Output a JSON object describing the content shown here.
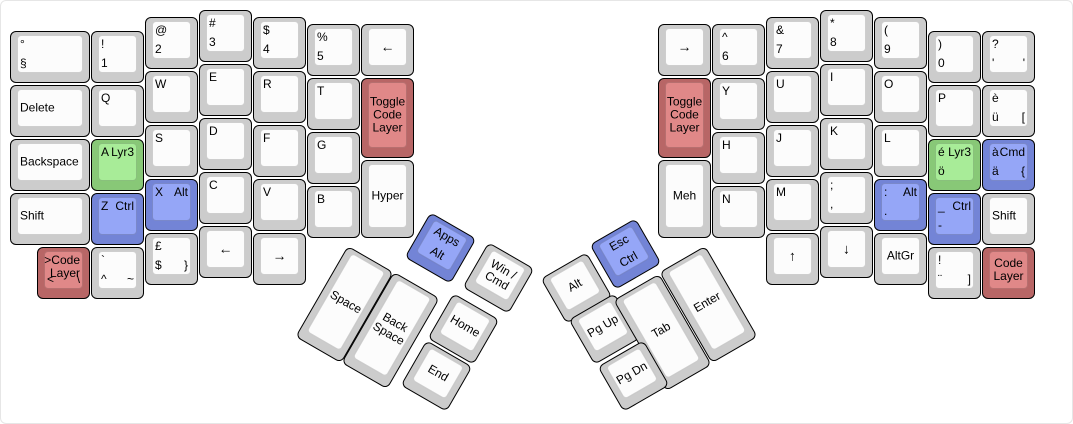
{
  "colors": {
    "normal": "#fcfcfc",
    "red": "#e08888",
    "green": "#a8ec98",
    "blue": "#95a6f7"
  },
  "keys": [
    {
      "id": "L1",
      "color": "normal",
      "labels": [
        [
          "tl",
          "°"
        ],
        [
          "bl",
          "§"
        ]
      ]
    },
    {
      "id": "L2",
      "color": "normal",
      "labels": [
        [
          "tl",
          "!"
        ],
        [
          "bl",
          "1"
        ]
      ]
    },
    {
      "id": "L3",
      "color": "normal",
      "labels": [
        [
          "tl",
          "@"
        ],
        [
          "bl",
          "2"
        ]
      ]
    },
    {
      "id": "L4",
      "color": "normal",
      "labels": [
        [
          "tl",
          "#"
        ],
        [
          "bl",
          "3"
        ]
      ]
    },
    {
      "id": "L5",
      "color": "normal",
      "labels": [
        [
          "tl",
          "$"
        ],
        [
          "bl",
          "4"
        ]
      ]
    },
    {
      "id": "L6",
      "color": "normal",
      "labels": [
        [
          "tl",
          "%"
        ],
        [
          "bl",
          "5"
        ]
      ]
    },
    {
      "id": "L7",
      "color": "normal",
      "labels": [
        [
          "c",
          "←",
          "arrow"
        ]
      ]
    },
    {
      "id": "L8",
      "color": "normal",
      "labels": [
        [
          "ml",
          "Delete"
        ]
      ]
    },
    {
      "id": "L9",
      "color": "normal",
      "labels": [
        [
          "tl",
          "Q"
        ]
      ]
    },
    {
      "id": "L10",
      "color": "normal",
      "labels": [
        [
          "tl",
          "W"
        ]
      ]
    },
    {
      "id": "L11",
      "color": "normal",
      "labels": [
        [
          "tl",
          "E"
        ]
      ]
    },
    {
      "id": "L12",
      "color": "normal",
      "labels": [
        [
          "tl",
          "R"
        ]
      ]
    },
    {
      "id": "L13",
      "color": "normal",
      "labels": [
        [
          "tl",
          "T"
        ]
      ]
    },
    {
      "id": "L14",
      "color": "red",
      "labels": [
        [
          "c",
          "Toggle\nCode\nLayer",
          "lines"
        ]
      ]
    },
    {
      "id": "L15",
      "color": "normal",
      "labels": [
        [
          "ml",
          "Backspace"
        ]
      ]
    },
    {
      "id": "L16",
      "color": "green",
      "labels": [
        [
          "tl",
          "A"
        ],
        [
          "tr",
          "Lyr3"
        ]
      ]
    },
    {
      "id": "L17",
      "color": "normal",
      "labels": [
        [
          "tl",
          "S"
        ]
      ]
    },
    {
      "id": "L18",
      "color": "normal",
      "labels": [
        [
          "tl",
          "D"
        ]
      ]
    },
    {
      "id": "L19",
      "color": "normal",
      "labels": [
        [
          "tl",
          "F"
        ]
      ]
    },
    {
      "id": "L20",
      "color": "normal",
      "labels": [
        [
          "tl",
          "G"
        ]
      ]
    },
    {
      "id": "L21",
      "color": "normal",
      "labels": [
        [
          "ml",
          "Shift"
        ]
      ]
    },
    {
      "id": "L22",
      "color": "blue",
      "labels": [
        [
          "tl",
          "Z"
        ],
        [
          "tr",
          "Ctrl"
        ]
      ]
    },
    {
      "id": "L23",
      "color": "blue",
      "labels": [
        [
          "tl",
          "X"
        ],
        [
          "tr",
          "Alt"
        ]
      ]
    },
    {
      "id": "L24",
      "color": "normal",
      "labels": [
        [
          "tl",
          "C"
        ]
      ]
    },
    {
      "id": "L25",
      "color": "normal",
      "labels": [
        [
          "tl",
          "V"
        ]
      ]
    },
    {
      "id": "L26",
      "color": "normal",
      "labels": [
        [
          "tl",
          "B"
        ]
      ]
    },
    {
      "id": "L27",
      "color": "normal",
      "labels": [
        [
          "c",
          "Hyper"
        ]
      ]
    },
    {
      "id": "L28",
      "color": "red",
      "labels": [
        [
          "tr",
          ">Code\nLayer",
          "lines"
        ],
        [
          "bl",
          "<"
        ],
        [
          "br",
          "\\"
        ]
      ]
    },
    {
      "id": "L29",
      "color": "normal",
      "labels": [
        [
          "tl",
          "`"
        ],
        [
          "bl",
          "^"
        ],
        [
          "br",
          "~"
        ]
      ]
    },
    {
      "id": "L30",
      "color": "normal",
      "labels": [
        [
          "tl",
          "£"
        ],
        [
          "bl",
          "$"
        ],
        [
          "br",
          "}"
        ]
      ]
    },
    {
      "id": "L31",
      "color": "normal",
      "labels": [
        [
          "c",
          "←",
          "arrow"
        ]
      ]
    },
    {
      "id": "L32",
      "color": "normal",
      "labels": [
        [
          "c",
          "→",
          "arrow"
        ]
      ]
    },
    {
      "id": "LT1",
      "color": "blue",
      "labels": [
        [
          "tc",
          "Apps"
        ],
        [
          "bc",
          "Alt"
        ]
      ]
    },
    {
      "id": "LT2",
      "color": "normal",
      "labels": [
        [
          "c",
          "Win /\nCmd",
          "lines"
        ]
      ]
    },
    {
      "id": "LT3",
      "color": "normal",
      "labels": [
        [
          "c",
          "Space"
        ]
      ]
    },
    {
      "id": "LT4",
      "color": "normal",
      "labels": [
        [
          "c",
          "Back\nSpace",
          "lines"
        ]
      ]
    },
    {
      "id": "LT5",
      "color": "normal",
      "labels": [
        [
          "c",
          "Home"
        ]
      ]
    },
    {
      "id": "LT6",
      "color": "normal",
      "labels": [
        [
          "c",
          "End"
        ]
      ]
    },
    {
      "id": "R1",
      "color": "normal",
      "labels": [
        [
          "c",
          "→",
          "arrow"
        ]
      ]
    },
    {
      "id": "R2",
      "color": "normal",
      "labels": [
        [
          "tl",
          "^"
        ],
        [
          "bl",
          "6"
        ]
      ]
    },
    {
      "id": "R3",
      "color": "normal",
      "labels": [
        [
          "tl",
          "&"
        ],
        [
          "bl",
          "7"
        ]
      ]
    },
    {
      "id": "R4",
      "color": "normal",
      "labels": [
        [
          "tl",
          "*"
        ],
        [
          "bl",
          "8"
        ]
      ]
    },
    {
      "id": "R5",
      "color": "normal",
      "labels": [
        [
          "tl",
          "("
        ],
        [
          "bl",
          "9"
        ]
      ]
    },
    {
      "id": "R6",
      "color": "normal",
      "labels": [
        [
          "tl",
          ")"
        ],
        [
          "bl",
          "0"
        ]
      ]
    },
    {
      "id": "R7",
      "color": "normal",
      "labels": [
        [
          "tl",
          "?"
        ],
        [
          "bl",
          "'"
        ],
        [
          "br",
          "'"
        ]
      ]
    },
    {
      "id": "R8",
      "color": "red",
      "labels": [
        [
          "c",
          "Toggle\nCode\nLayer",
          "lines"
        ]
      ]
    },
    {
      "id": "R9",
      "color": "normal",
      "labels": [
        [
          "tl",
          "Y"
        ]
      ]
    },
    {
      "id": "R10",
      "color": "normal",
      "labels": [
        [
          "tl",
          "U"
        ]
      ]
    },
    {
      "id": "R11",
      "color": "normal",
      "labels": [
        [
          "tl",
          "I"
        ]
      ]
    },
    {
      "id": "R12",
      "color": "normal",
      "labels": [
        [
          "tl",
          "O"
        ]
      ]
    },
    {
      "id": "R13",
      "color": "normal",
      "labels": [
        [
          "tl",
          "P"
        ]
      ]
    },
    {
      "id": "R14",
      "color": "normal",
      "labels": [
        [
          "tl",
          "è"
        ],
        [
          "bl",
          "ü"
        ],
        [
          "br",
          "["
        ]
      ]
    },
    {
      "id": "R15",
      "color": "normal",
      "labels": [
        [
          "tl",
          "H"
        ]
      ]
    },
    {
      "id": "R16",
      "color": "normal",
      "labels": [
        [
          "tl",
          "J"
        ]
      ]
    },
    {
      "id": "R17",
      "color": "normal",
      "labels": [
        [
          "tl",
          "K"
        ]
      ]
    },
    {
      "id": "R18",
      "color": "normal",
      "labels": [
        [
          "tl",
          "L"
        ]
      ]
    },
    {
      "id": "R19",
      "color": "green",
      "labels": [
        [
          "tl",
          "é"
        ],
        [
          "tr",
          "Lyr3"
        ],
        [
          "bl",
          "ö"
        ]
      ]
    },
    {
      "id": "R20",
      "color": "blue",
      "labels": [
        [
          "tl",
          "à"
        ],
        [
          "tr",
          "Cmd"
        ],
        [
          "bl",
          "ä"
        ],
        [
          "br",
          "{"
        ]
      ]
    },
    {
      "id": "R21",
      "color": "normal",
      "labels": [
        [
          "c",
          "Meh"
        ]
      ]
    },
    {
      "id": "R22",
      "color": "normal",
      "labels": [
        [
          "tl",
          "N"
        ]
      ]
    },
    {
      "id": "R23",
      "color": "normal",
      "labels": [
        [
          "tl",
          "M"
        ]
      ]
    },
    {
      "id": "R24",
      "color": "normal",
      "labels": [
        [
          "tl",
          ";"
        ],
        [
          "bl",
          ","
        ]
      ]
    },
    {
      "id": "R25",
      "color": "blue",
      "labels": [
        [
          "tl",
          ":"
        ],
        [
          "tr",
          "Alt"
        ],
        [
          "bl",
          "."
        ]
      ]
    },
    {
      "id": "R26",
      "color": "blue",
      "labels": [
        [
          "tl",
          "_"
        ],
        [
          "tr",
          "Ctrl"
        ],
        [
          "bl",
          "-"
        ]
      ]
    },
    {
      "id": "R27",
      "color": "normal",
      "labels": [
        [
          "ml",
          "Shift"
        ]
      ]
    },
    {
      "id": "R28",
      "color": "normal",
      "labels": [
        [
          "c",
          "↑",
          "arrow"
        ]
      ]
    },
    {
      "id": "R29",
      "color": "normal",
      "labels": [
        [
          "c",
          "↓",
          "arrow"
        ]
      ]
    },
    {
      "id": "R30",
      "color": "normal",
      "labels": [
        [
          "c",
          "AltGr"
        ]
      ]
    },
    {
      "id": "R31",
      "color": "normal",
      "labels": [
        [
          "tl",
          "!"
        ],
        [
          "bl",
          "¨"
        ],
        [
          "br",
          "]"
        ]
      ]
    },
    {
      "id": "R32",
      "color": "red",
      "labels": [
        [
          "c",
          "Code\nLayer",
          "lines"
        ]
      ]
    },
    {
      "id": "RT1",
      "color": "blue",
      "labels": [
        [
          "tc",
          "Esc"
        ],
        [
          "bc",
          "Ctrl"
        ]
      ]
    },
    {
      "id": "RT2",
      "color": "normal",
      "labels": [
        [
          "c",
          "Alt"
        ]
      ]
    },
    {
      "id": "RT3",
      "color": "normal",
      "labels": [
        [
          "c",
          "Pg Up"
        ]
      ]
    },
    {
      "id": "RT4",
      "color": "normal",
      "labels": [
        [
          "c",
          "Tab"
        ]
      ]
    },
    {
      "id": "RT5",
      "color": "normal",
      "labels": [
        [
          "c",
          "Enter"
        ]
      ]
    },
    {
      "id": "RT6",
      "color": "normal",
      "labels": [
        [
          "c",
          "Pg Dn"
        ]
      ]
    }
  ]
}
